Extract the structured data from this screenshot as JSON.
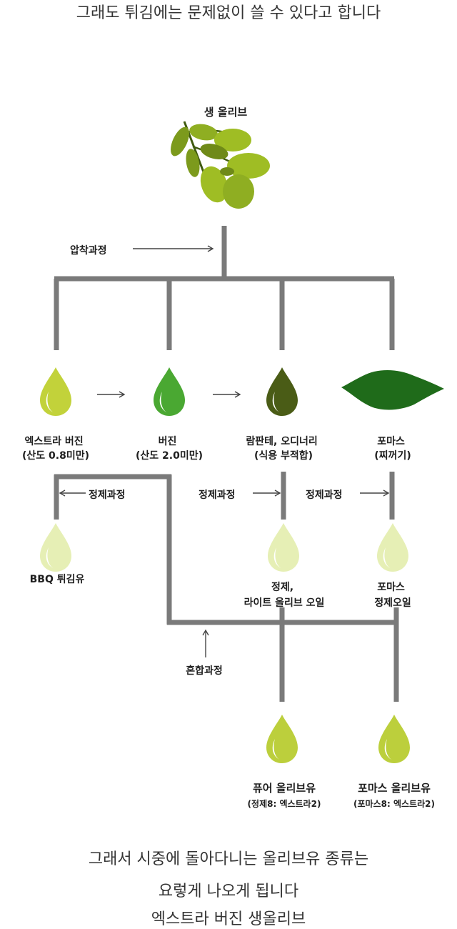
{
  "captions": {
    "top": "그래도 튀김에는 문제없이 쓸 수 있다고 합니다",
    "bottom_line1": "그래서 시중에 돌아다니는 올리브유 종류는",
    "bottom_line2": "요렇게 나오게 됩니다",
    "bottom_line3": "엑스트라 버진 생올리브"
  },
  "diagram": {
    "raw_olive": "생 올리브",
    "pressing": "압착과정",
    "extra_virgin": [
      "엑스트라 버진",
      "(산도 0.8미만)"
    ],
    "virgin": [
      "버진",
      "(산도 2.0미만)"
    ],
    "lampante": [
      "람판테, 오디너리",
      "(식용 부적합)"
    ],
    "pomace": [
      "포마스",
      "(찌꺼기)"
    ],
    "refining": "정제과정",
    "bbq": "BBQ 튀김유",
    "refined_light": [
      "정제,",
      "라이트 올리브 오일"
    ],
    "pomace_refined": [
      "포마스",
      "정제오일"
    ],
    "blending": "혼합과정",
    "pure": [
      "퓨어 올리브유",
      "(정제8: 엑스트라2)"
    ],
    "pomace_olive": [
      "포마스 올리브유",
      "(포마스8: 엑스트라2)"
    ]
  },
  "colors": {
    "olive_light": "#9fbd24",
    "olive_dark": "#6f8a18",
    "extra_virgin_drop": "#c2d23a",
    "virgin_drop": "#4aa832",
    "lampante_drop": "#4a5c16",
    "pomace_blob": "#1f6b1a",
    "refined_drop": "#e6efb5",
    "blend_drop": "#bccf3c",
    "line": "#7a7a7a"
  },
  "icons": [
    "olive-branch-icon",
    "oil-drop-icon",
    "pomace-blob-icon",
    "arrow-right-icon",
    "arrow-up-icon",
    "arrow-left-icon"
  ]
}
